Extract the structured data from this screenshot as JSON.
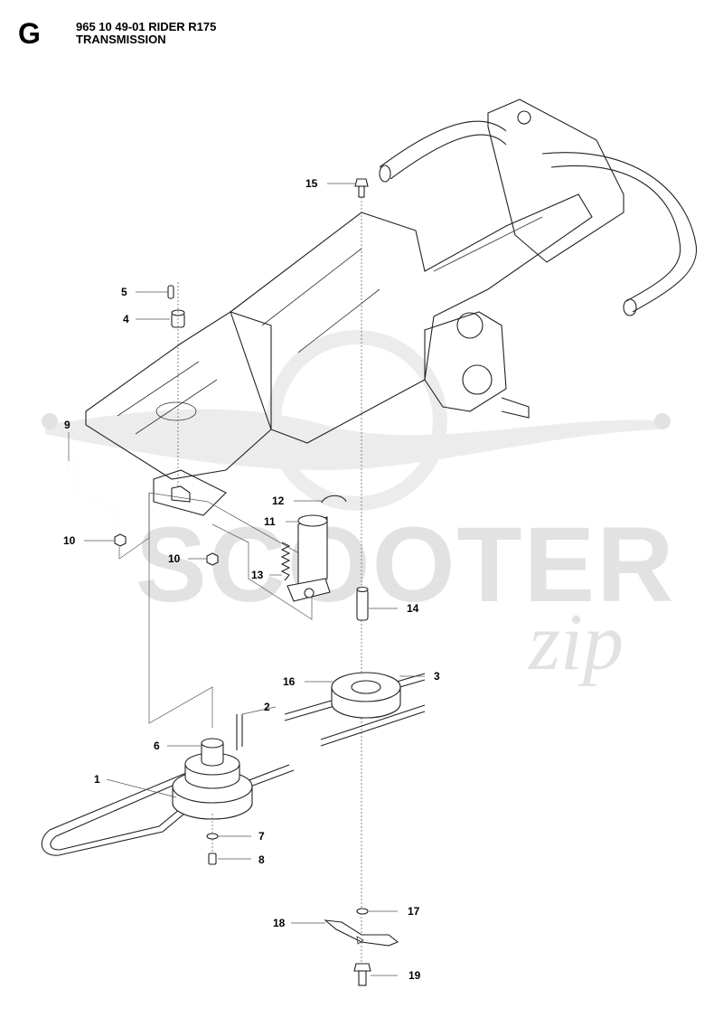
{
  "header": {
    "section_letter": "G",
    "model_line": "965 10 49-01 RIDER R175",
    "section_name": "TRANSMISSION"
  },
  "watermark": {
    "brand": "SCOOTER",
    "script": "zip",
    "color": "#e2e2e2"
  },
  "callouts": [
    "1",
    "2",
    "3",
    "4",
    "5",
    "6",
    "7",
    "8",
    "9",
    "10",
    "10",
    "11",
    "12",
    "13",
    "14",
    "15",
    "16",
    "17",
    "18",
    "19"
  ]
}
